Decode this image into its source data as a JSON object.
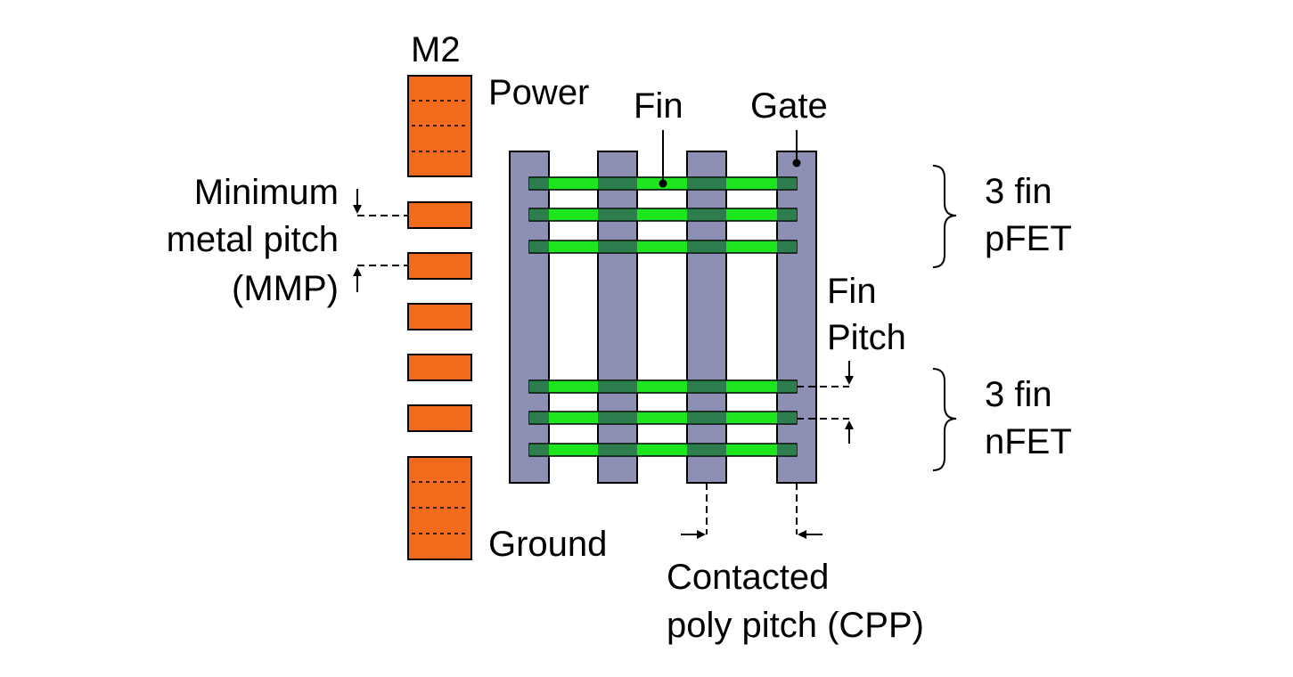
{
  "labels": {
    "m2": "M2",
    "power": "Power",
    "ground": "Ground",
    "fin": "Fin",
    "gate": "Gate",
    "mmp_line1": "Minimum",
    "mmp_line2": "metal pitch",
    "mmp_line3": "(MMP)",
    "pfet_line1": "3 fin",
    "pfet_line2": "pFET",
    "nfet_line1": "3 fin",
    "nfet_line2": "nFET",
    "fin_pitch_line1": "Fin",
    "fin_pitch_line2": "Pitch",
    "cpp_line1": "Contacted",
    "cpp_line2": "poly pitch (CPP)"
  },
  "colors": {
    "metal": "#f26a1b",
    "gate": "#8e8fb4",
    "fin": "#1ee61e",
    "fin_overlap": "#2e7d4f",
    "line": "#000000"
  }
}
